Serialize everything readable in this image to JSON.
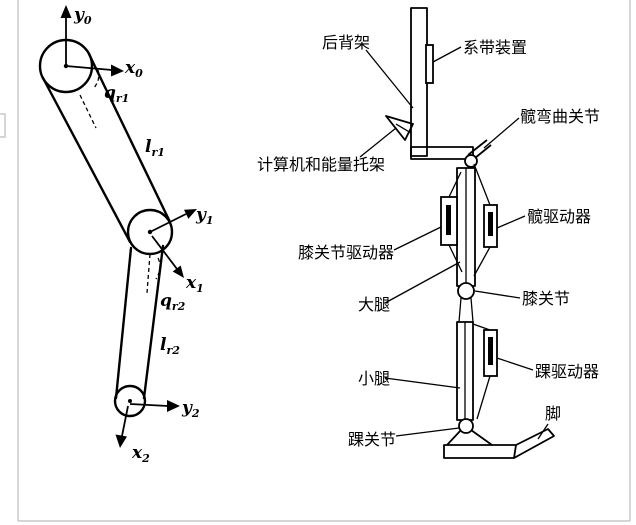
{
  "colors": {
    "line": "#000000",
    "background": "#ffffff",
    "frame": "#c8c8c8"
  },
  "left_diagram": {
    "y0": {
      "base": "y",
      "sub": "0"
    },
    "x0": {
      "base": "x",
      "sub": "0"
    },
    "qr1": {
      "base": "q",
      "sub": "r1"
    },
    "lr1": {
      "base": "l",
      "sub": "r1"
    },
    "y1": {
      "base": "y",
      "sub": "1"
    },
    "x1": {
      "base": "x",
      "sub": "1"
    },
    "qr2": {
      "base": "q",
      "sub": "r2"
    },
    "lr2": {
      "base": "l",
      "sub": "r2"
    },
    "y2": {
      "base": "y",
      "sub": "2"
    },
    "x2": {
      "base": "x",
      "sub": "2"
    }
  },
  "right_diagram": {
    "back_frame": "后背架",
    "strap_device": "系带装置",
    "hip_flexion_joint": "髋弯曲关节",
    "computer_energy_tray": "计算机和能量托架",
    "hip_actuator": "髋驱动器",
    "knee_actuator": "膝关节驱动器",
    "thigh": "大腿",
    "knee_joint": "膝关节",
    "shank": "小腿",
    "ankle_actuator": "踝驱动器",
    "ankle_joint": "踝关节",
    "foot": "脚"
  }
}
